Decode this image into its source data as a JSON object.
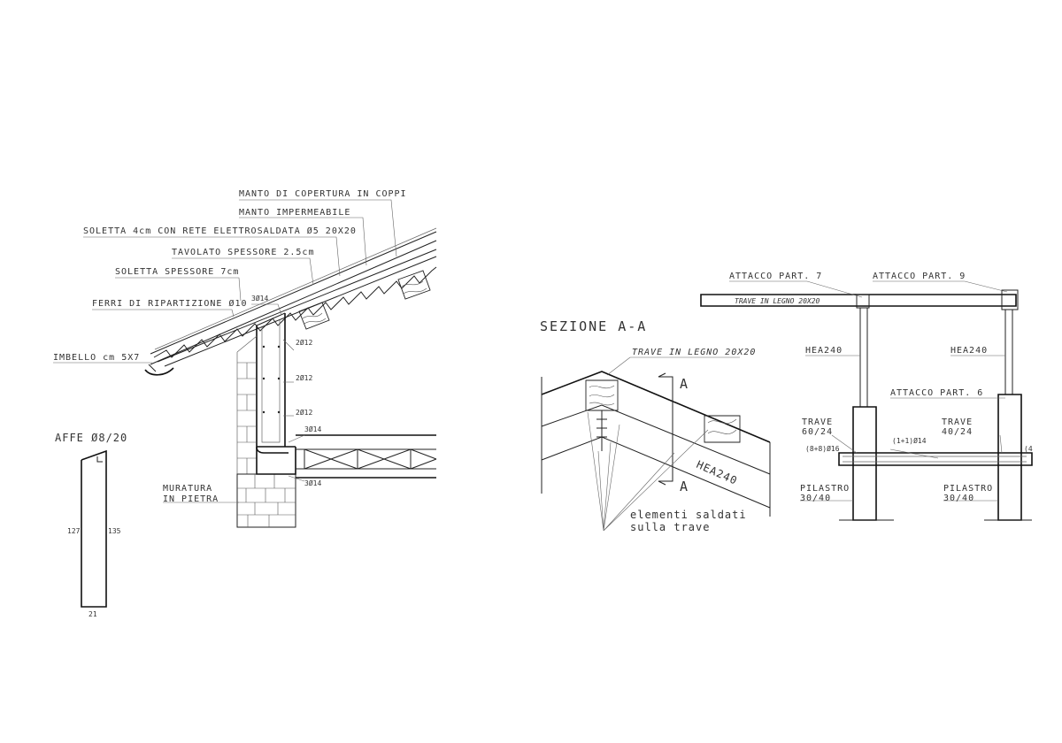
{
  "roof_detail": {
    "labels": {
      "manto_coppi": "MANTO DI COPERTURA IN COPPI",
      "manto_impermeabile": "MANTO IMPERMEABILE",
      "soletta_rete": "SOLETTA 4cm CON RETE ELETTROSALDATA Ø5 20X20",
      "tavolato": "TAVOLATO SPESSORE 2.5cm",
      "soletta_7": "SOLETTA SPESSORE 7cm",
      "ferri": "FERRI DI RIPARTIZIONE Ø10",
      "3o14_top": "3Ø14",
      "imbello": "IMBELLO cm 5X7",
      "2o12_a": "2Ø12",
      "2o12_b": "2Ø12",
      "2o12_c": "2Ø12",
      "3o14_mid": "3Ø14",
      "3o14_bot": "3Ø14",
      "muratura_1": "MURATURA",
      "muratura_2": "IN PIETRA"
    }
  },
  "staffe_detail": {
    "title": "AFFE Ø8/20",
    "dim_left": "127",
    "dim_right": "135",
    "dim_bottom": "21"
  },
  "section_aa": {
    "title": "SEZIONE A-A",
    "trave_legno": "TRAVE IN LEGNO 20X20",
    "section_mark": "A",
    "hea": "HEA240",
    "elementi_1": "elementi saldati",
    "elementi_2": "sulla trave"
  },
  "frame_detail": {
    "attacco_7": "ATTACCO PART. 7",
    "attacco_9": "ATTACCO PART. 9",
    "trave_legno": "TRAVE IN LEGNO 20X20",
    "hea_left": "HEA240",
    "hea_right": "HEA240",
    "attacco_6": "ATTACCO PART. 6",
    "trave_l_1": "TRAVE",
    "trave_l_2": "60/24",
    "trave_r_1": "TRAVE",
    "trave_r_2": "40/24",
    "armatura_l": "(8+8)Ø16",
    "armatura_c": "(1+1)Ø14",
    "armatura_r": "(4",
    "pilastro_l_1": "PILASTRO",
    "pilastro_l_2": "30/40",
    "pilastro_r_1": "PILASTRO",
    "pilastro_r_2": "30/40"
  }
}
